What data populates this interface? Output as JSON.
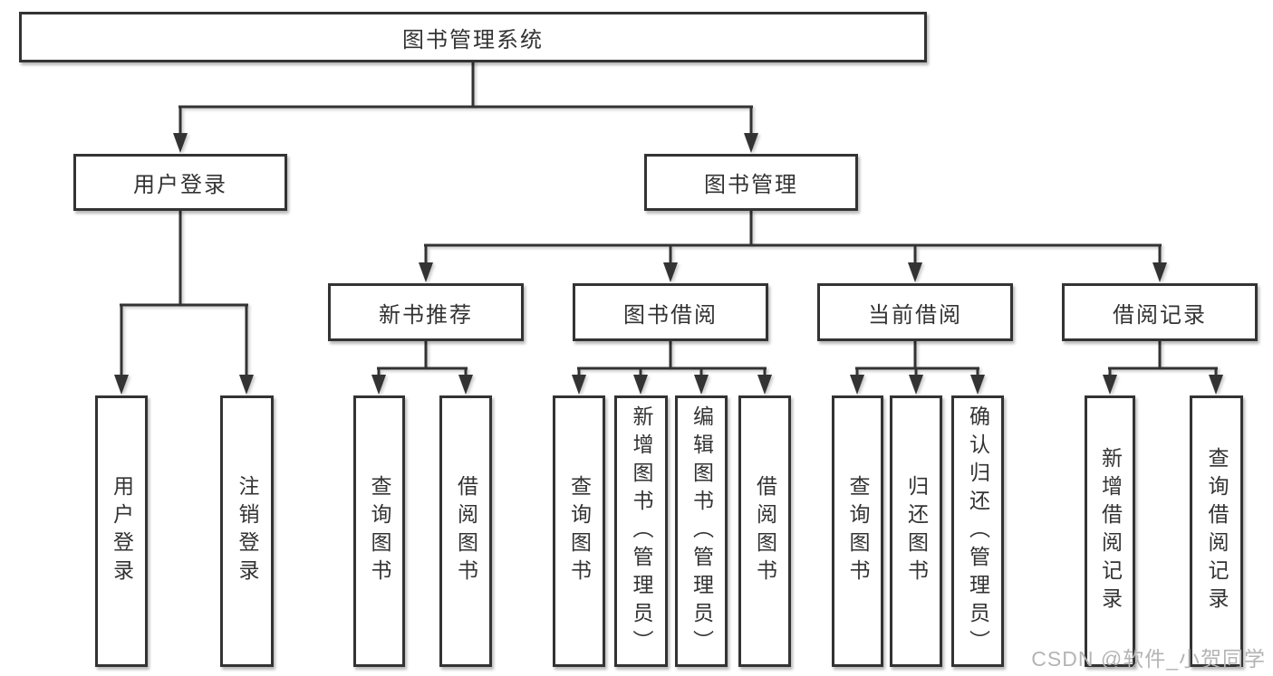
{
  "diagram": {
    "type": "hierarchy-tree",
    "root": {
      "label": "图书管理系统",
      "children": [
        {
          "label": "用户登录",
          "children": [
            {
              "label": "用户登录"
            },
            {
              "label": "注销登录"
            }
          ]
        },
        {
          "label": "图书管理",
          "children": [
            {
              "label": "新书推荐",
              "children": [
                {
                  "label": "查询图书"
                },
                {
                  "label": "借阅图书"
                }
              ]
            },
            {
              "label": "图书借阅",
              "children": [
                {
                  "label": "查询图书"
                },
                {
                  "label": "新增图书（管理员）"
                },
                {
                  "label": "编辑图书（管理员）"
                },
                {
                  "label": "借阅图书"
                }
              ]
            },
            {
              "label": "当前借阅",
              "children": [
                {
                  "label": "查询图书"
                },
                {
                  "label": "归还图书"
                },
                {
                  "label": "确认归还（管理员）"
                }
              ]
            },
            {
              "label": "借阅记录",
              "children": [
                {
                  "label": "新增借阅记录"
                },
                {
                  "label": "查询借阅记录"
                }
              ]
            }
          ]
        }
      ]
    },
    "colors": {
      "line": "#333333",
      "box_border": "#333333",
      "box_fill": "#ffffff",
      "text": "#333333"
    }
  },
  "watermark": {
    "text": "CSDN @软件_小贺同学",
    "color": "#b4b4b4"
  }
}
